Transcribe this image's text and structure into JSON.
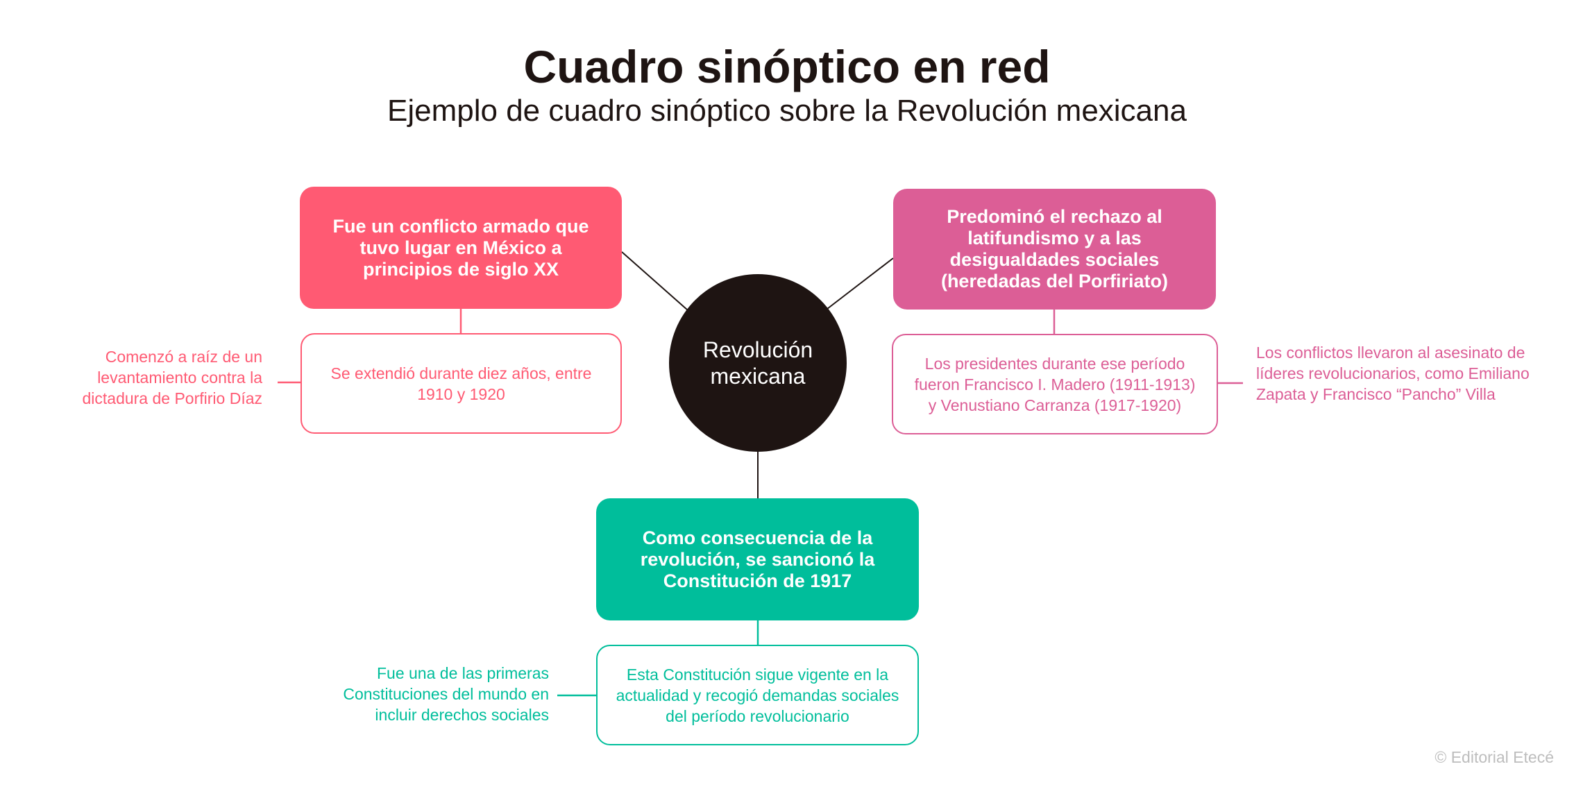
{
  "title": "Cuadro sinóptico en red",
  "subtitle": "Ejemplo de cuadro sinóptico sobre la Revolución mexicana",
  "center": "Revolución mexicana",
  "colors": {
    "pink": "#FF5A73",
    "magenta": "#DC5E96",
    "teal": "#00BE9B",
    "center": "#1E1412"
  },
  "branches": {
    "pink": {
      "main": "Fue un conflicto armado que tuvo lugar en México a principios de siglo XX",
      "detail": "Se extendió durante diez años, entre 1910 y 1920",
      "note": "Comenzó a raíz de un levantamiento contra la dictadura de Porfirio Díaz"
    },
    "magenta": {
      "main": "Predominó el rechazo al latifundismo y a las desigualdades sociales (heredadas del Porfiriato)",
      "detail": "Los presidentes durante ese período fueron Francisco I. Madero (1911-1913) y Venustiano Carranza (1917-1920)",
      "note": "Los conflictos llevaron al asesinato de líderes revolucionarios, como Emiliano Zapata y Francisco “Pancho” Villa"
    },
    "teal": {
      "main": "Como consecuencia de la revolución, se sancionó la Constitución de 1917",
      "detail": "Esta Constitución sigue vigente en la actualidad y recogió demandas sociales del período revolucionario",
      "note": "Fue una de las primeras Constituciones del mundo en incluir derechos sociales"
    }
  },
  "copyright": "© Editorial Etecé"
}
